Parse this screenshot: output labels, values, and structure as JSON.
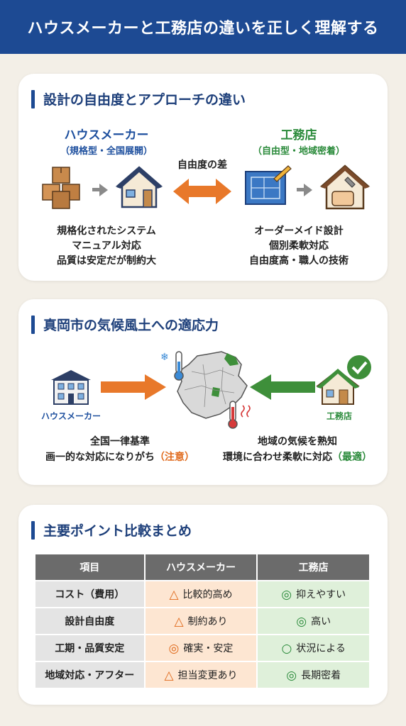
{
  "header": {
    "title": "ハウスメーカーと工務店の違いを正しく理解する"
  },
  "section1": {
    "title": "設計の自由度とアプローチの違い",
    "left": {
      "name": "ハウスメーカー",
      "sub": "（規格型・全国展開）",
      "desc": [
        "規格化されたシステム",
        "マニュアル対応",
        "品質は安定だが制約大"
      ]
    },
    "center_label": "自由度の差",
    "right": {
      "name": "工務店",
      "sub": "（自由型・地域密着）",
      "desc": [
        "オーダーメイド設計",
        "個別柔軟対応",
        "自由度高・職人の技術"
      ]
    }
  },
  "section2": {
    "title": "真岡市の気候風土への適応力",
    "left_label": "ハウスメーカー",
    "right_label": "工務店",
    "left_desc": [
      "全国一律基準",
      "画一的な対応になりがち",
      "（注意）"
    ],
    "right_desc": [
      "地域の気候を熟知",
      "環境に合わせ柔軟に対応",
      "（最適）"
    ]
  },
  "section3": {
    "title": "主要ポイント比較まとめ",
    "headers": [
      "項目",
      "ハウスメーカー",
      "工務店"
    ],
    "rows": [
      {
        "item": "コスト（費用）",
        "hm_mark": "△",
        "hm": "比較的高め",
        "ko_mark": "◎",
        "ko": "抑えやすい"
      },
      {
        "item": "設計自由度",
        "hm_mark": "△",
        "hm": "制約あり",
        "ko_mark": "◎",
        "ko": "高い"
      },
      {
        "item": "工期・品質安定",
        "hm_mark": "◎",
        "hm": "確実・安定",
        "ko_mark": "○",
        "ko": "状況による"
      },
      {
        "item": "地域対応・アフター",
        "hm_mark": "△",
        "hm": "担当変更あり",
        "ko_mark": "◎",
        "ko": "長期密着"
      }
    ]
  },
  "colors": {
    "header": "#1d4a93",
    "orange": "#e8782a",
    "green": "#3e8f3a",
    "blue_text": "#1d4f9e"
  },
  "icons": [
    "boxes-icon",
    "house-icon",
    "double-arrow-icon",
    "blueprint-icon",
    "repair-house-icon",
    "office-building-icon",
    "map-icon",
    "cold-thermometer-icon",
    "hot-thermometer-icon",
    "checked-house-icon"
  ]
}
